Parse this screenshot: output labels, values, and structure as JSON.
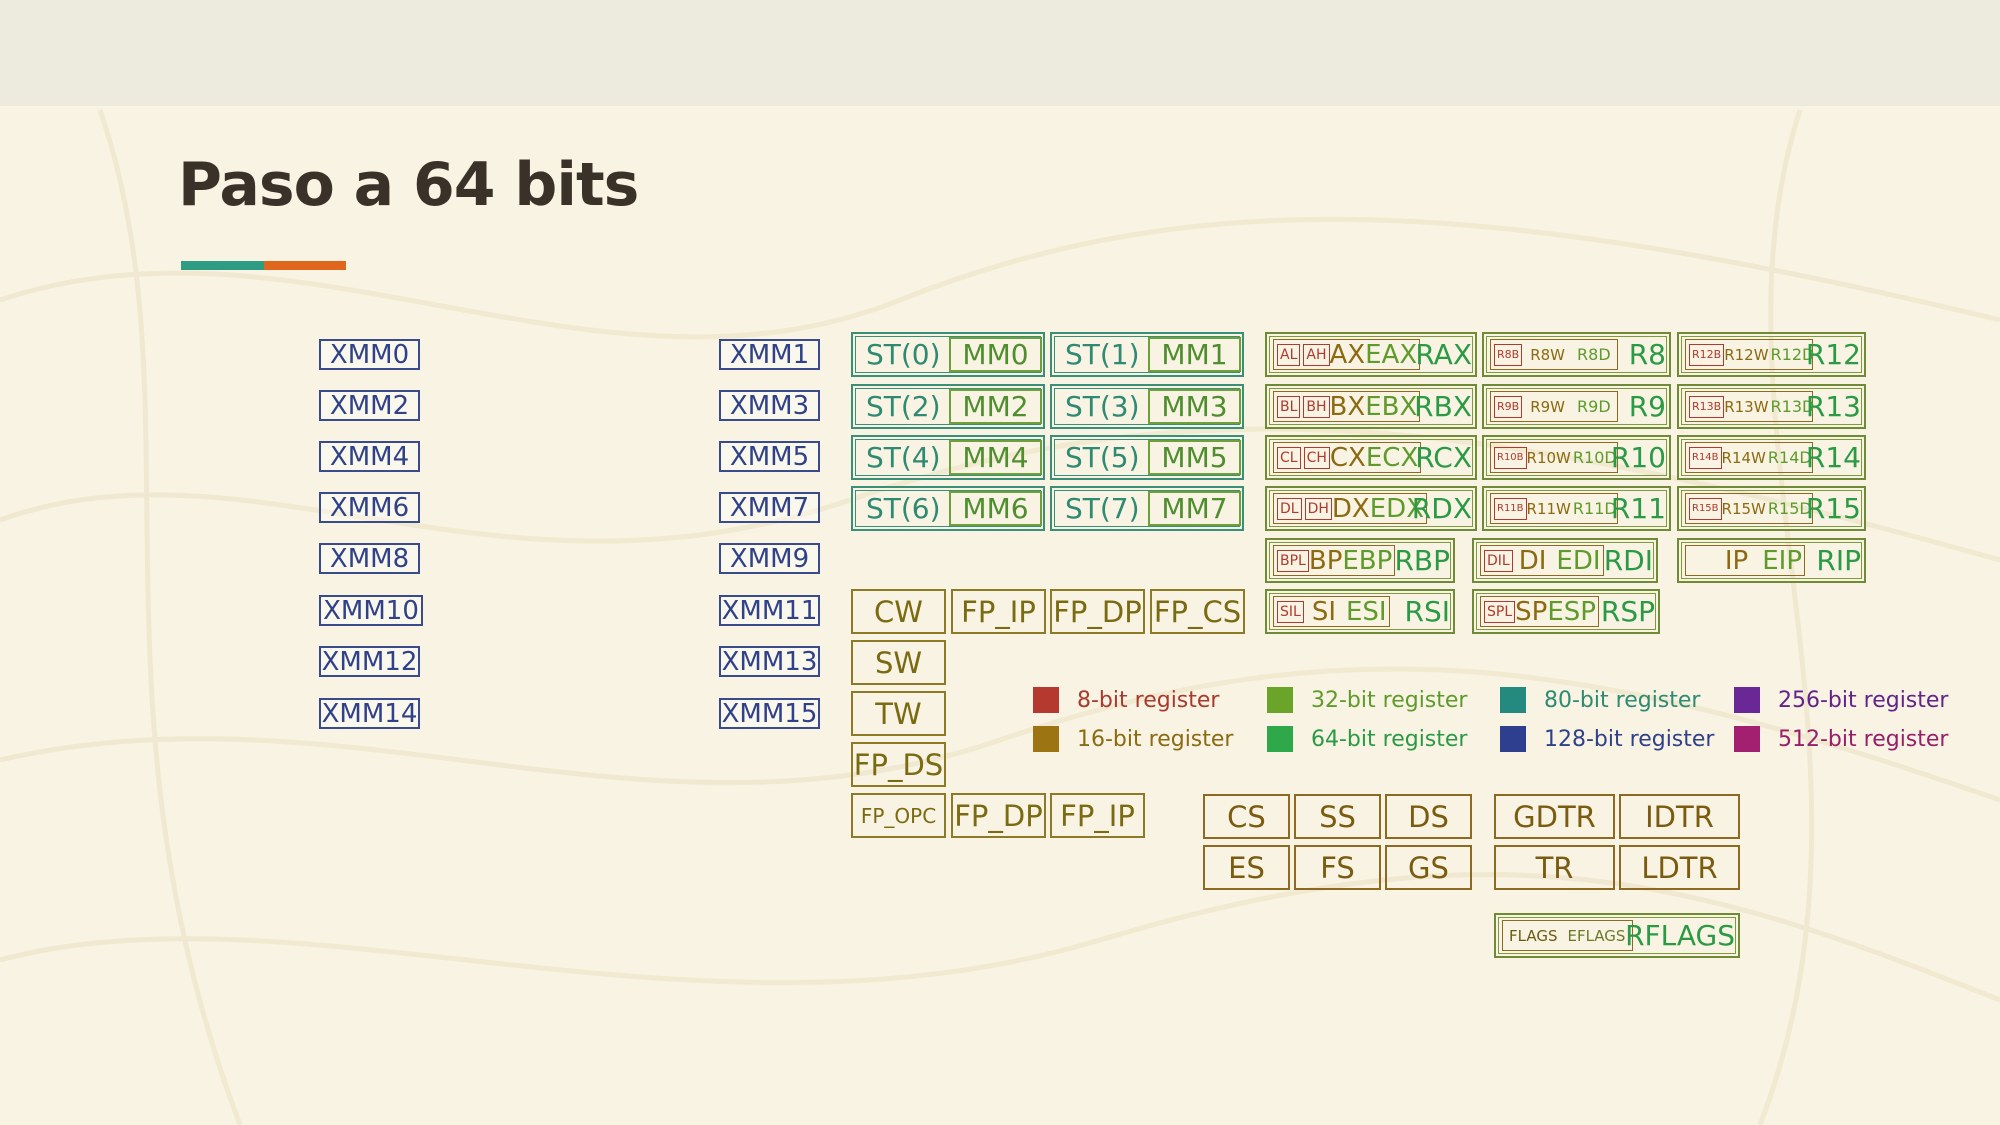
{
  "title": "Paso a 64 bits",
  "xmm_left": [
    "XMM0",
    "XMM2",
    "XMM4",
    "XMM6",
    "XMM8",
    "XMM10",
    "XMM12",
    "XMM14"
  ],
  "xmm_right": [
    "XMM1",
    "XMM3",
    "XMM5",
    "XMM7",
    "XMM9",
    "XMM11",
    "XMM13",
    "XMM15"
  ],
  "x87": [
    {
      "st": "ST(0)",
      "mm": "MM0"
    },
    {
      "st": "ST(1)",
      "mm": "MM1"
    },
    {
      "st": "ST(2)",
      "mm": "MM2"
    },
    {
      "st": "ST(3)",
      "mm": "MM3"
    },
    {
      "st": "ST(4)",
      "mm": "MM4"
    },
    {
      "st": "ST(5)",
      "mm": "MM5"
    },
    {
      "st": "ST(6)",
      "mm": "MM6"
    },
    {
      "st": "ST(7)",
      "mm": "MM7"
    }
  ],
  "fpu_control": {
    "cw": "CW",
    "fp_ip": "FP_IP",
    "fp_dp": "FP_DP",
    "fp_cs": "FP_CS",
    "sw": "SW",
    "tw": "TW",
    "fp_ds": "FP_DS",
    "fp_opc": "FP_OPC",
    "fp_dp2": "FP_DP",
    "fp_ip2": "FP_IP"
  },
  "gp_legacy": [
    {
      "b8a": "AL",
      "b8b": "AH",
      "w16": "AX",
      "d32": "EAX",
      "q64": "RAX"
    },
    {
      "b8a": "BL",
      "b8b": "BH",
      "w16": "BX",
      "d32": "EBX",
      "q64": "RBX"
    },
    {
      "b8a": "CL",
      "b8b": "CH",
      "w16": "CX",
      "d32": "ECX",
      "q64": "RCX"
    },
    {
      "b8a": "DL",
      "b8b": "DH",
      "w16": "DX",
      "d32": "EDX",
      "q64": "RDX"
    }
  ],
  "gp_pointer": [
    {
      "b8": "BPL",
      "w16": "BP",
      "d32": "EBP",
      "q64": "RBP"
    },
    {
      "b8": "DIL",
      "w16": "DI",
      "d32": "EDI",
      "q64": "RDI"
    },
    {
      "b8": "",
      "w16": "IP",
      "d32": "EIP",
      "q64": "RIP"
    },
    {
      "b8": "SIL",
      "w16": "SI",
      "d32": "ESI",
      "q64": "RSI"
    },
    {
      "b8": "SPL",
      "w16": "SP",
      "d32": "ESP",
      "q64": "RSP"
    }
  ],
  "gp_new": [
    {
      "b": "R8B",
      "w": "R8W",
      "d": "R8D",
      "q": "R8"
    },
    {
      "b": "R12B",
      "w": "R12W",
      "d": "R12D",
      "q": "R12"
    },
    {
      "b": "R9B",
      "w": "R9W",
      "d": "R9D",
      "q": "R9"
    },
    {
      "b": "R13B",
      "w": "R13W",
      "d": "R13D",
      "q": "R13"
    },
    {
      "b": "R10B",
      "w": "R10W",
      "d": "R10D",
      "q": "R10"
    },
    {
      "b": "R14B",
      "w": "R14W",
      "d": "R14D",
      "q": "R14"
    },
    {
      "b": "R11B",
      "w": "R11W",
      "d": "R11D",
      "q": "R11"
    },
    {
      "b": "R15B",
      "w": "R15W",
      "d": "R15D",
      "q": "R15"
    }
  ],
  "legend": [
    {
      "label": "8-bit register",
      "color": "#b5392f",
      "text_color": "#a83a2e"
    },
    {
      "label": "16-bit register",
      "color": "#9c7412",
      "text_color": "#8a6a12"
    },
    {
      "label": "32-bit register",
      "color": "#6aa52a",
      "text_color": "#5e9b2c"
    },
    {
      "label": "64-bit register",
      "color": "#2fa84a",
      "text_color": "#2b9a45"
    },
    {
      "label": "80-bit register",
      "color": "#24897e",
      "text_color": "#2e8a73"
    },
    {
      "label": "128-bit register",
      "color": "#2f3f8f",
      "text_color": "#2f4188"
    },
    {
      "label": "256-bit register",
      "color": "#6a2796",
      "text_color": "#62238a"
    },
    {
      "label": "512-bit register",
      "color": "#a31f6f",
      "text_color": "#961f68"
    }
  ],
  "segment": [
    "CS",
    "SS",
    "DS",
    "ES",
    "FS",
    "GS"
  ],
  "system": [
    "GDTR",
    "IDTR",
    "TR",
    "LDTR"
  ],
  "flags": {
    "f16": "FLAGS",
    "f32": "EFLAGS",
    "f64": "RFLAGS"
  }
}
